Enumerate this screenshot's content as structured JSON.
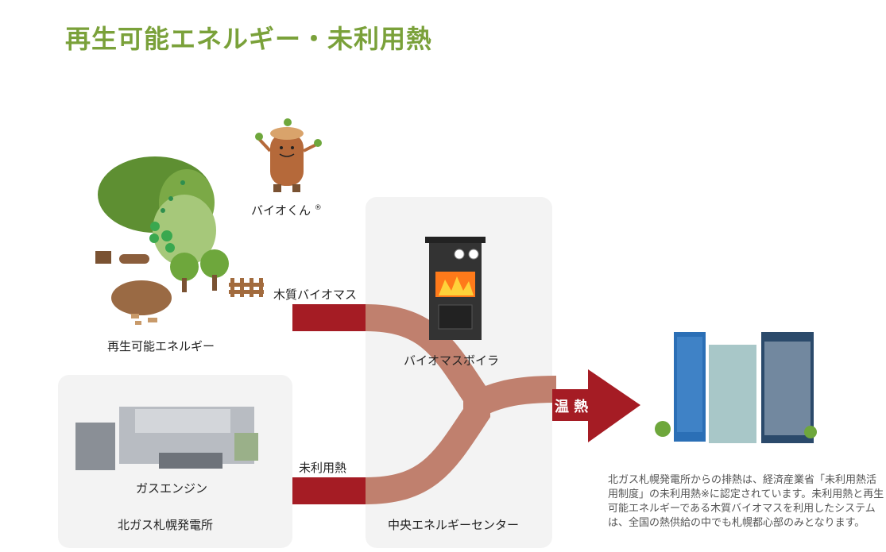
{
  "title": "再生可能エネルギー・未利用熱",
  "labels": {
    "renewable": "再生可能エネルギー",
    "mascot": "バイオくん",
    "mascot_mark": "®",
    "woody_biomass": "木質バイオマス",
    "unused_heat": "未利用熱",
    "biomass_boiler": "バイオマスボイラ",
    "gas_engine": "ガスエンジン",
    "plant": "北ガス札幌発電所",
    "center": "中央エネルギーセンター",
    "hot_heat": "温 熱"
  },
  "description": "北ガス札幌発電所からの排熱は、経済産業省「未利用熱活用制度」の未利用熱※に認定されています。未利用熱と再生可能エネルギーである木質バイオマスを利用したシステムは、全国の熱供給の中でも札幌都心部のみとなります。",
  "colors": {
    "title": "#7aa13a",
    "pipe_red": "#a51c24",
    "pipe_flow": "#c0806e",
    "panel": "#f3f3f3"
  }
}
